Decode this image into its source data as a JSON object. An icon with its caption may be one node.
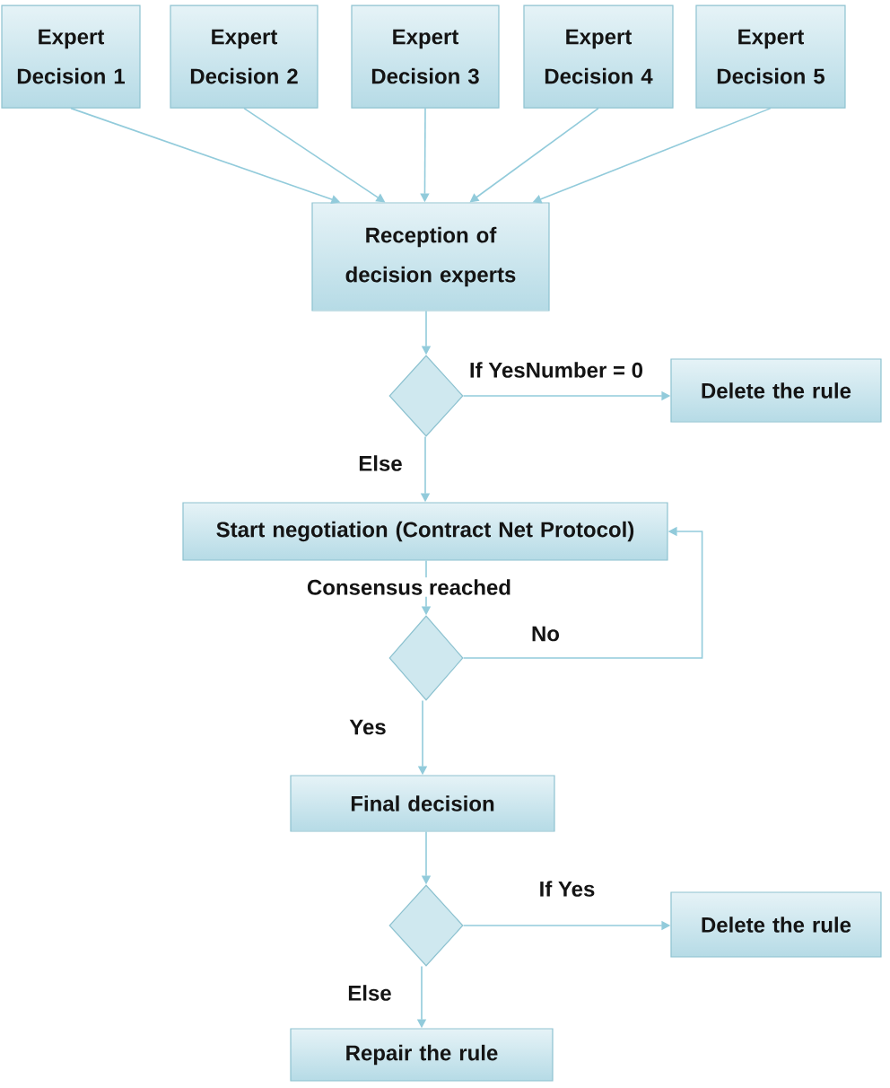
{
  "diagram": {
    "nodes": [
      {
        "text": [
          "Expert Decision 1"
        ]
      },
      {
        "text": [
          "Expert Decision 2"
        ]
      },
      {
        "text": [
          "Expert Decision 3"
        ]
      },
      {
        "text": [
          "Expert Decision 4"
        ]
      },
      {
        "text": [
          "Expert Decision 5"
        ]
      },
      {
        "text": [
          "Reception of decision experts"
        ]
      },
      {
        "text": [],
        "shape": "diamond"
      },
      {
        "text": [
          "Delete the rule"
        ]
      },
      {
        "text": [
          "Start negotiation (Contract Net Protocol)"
        ]
      },
      {
        "text": [],
        "shape": "diamond"
      },
      {
        "text": [
          "Final decision"
        ]
      },
      {
        "text": [],
        "shape": "diamond"
      },
      {
        "text": [
          "Delete the rule"
        ]
      },
      {
        "text": [
          "Repair the rule"
        ]
      }
    ],
    "edges": [
      {
        "from": 0,
        "to": 5,
        "arrow": "to"
      },
      {
        "from": 1,
        "to": 5,
        "arrow": "to"
      },
      {
        "from": 2,
        "to": 5,
        "arrow": "to"
      },
      {
        "from": 3,
        "to": 5,
        "arrow": "to"
      },
      {
        "from": 4,
        "to": 5,
        "arrow": "to"
      },
      {
        "from": 5,
        "to": 6,
        "arrow": "to"
      },
      {
        "from": 6,
        "to": 7,
        "arrow": "to",
        "label": "If YesNumber = 0"
      },
      {
        "from": 6,
        "to": 8,
        "arrow": "to",
        "label": "Else"
      },
      {
        "from": 8,
        "to": 9,
        "arrow": "to",
        "label": "Consensus reached"
      },
      {
        "from": 9,
        "to": 8,
        "arrow": "to",
        "label": "No"
      },
      {
        "from": 9,
        "to": 10,
        "arrow": "to",
        "label": "Yes"
      },
      {
        "from": 10,
        "to": 11,
        "arrow": "to"
      },
      {
        "from": 11,
        "to": 12,
        "arrow": "to",
        "label": "If Yes"
      },
      {
        "from": 11,
        "to": 13,
        "arrow": "to",
        "label": "Else"
      }
    ]
  }
}
